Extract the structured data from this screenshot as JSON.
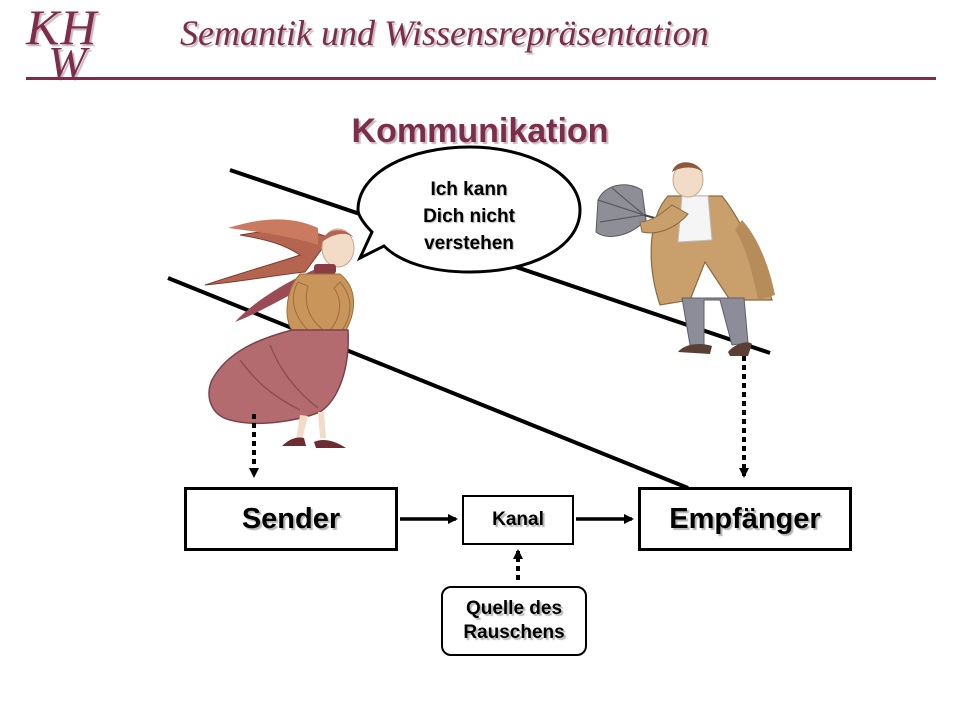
{
  "header": {
    "logo_line1": "KH",
    "logo_line2": "W",
    "title": "Semantik und Wissensrepräsentation"
  },
  "slide": {
    "title": "Kommunikation"
  },
  "diagram": {
    "speech_bubble": [
      "Ich kann",
      "Dich nicht",
      "verstehen"
    ],
    "sender_label": "Sender",
    "channel_label": "Kanal",
    "receiver_label": "Empfänger",
    "noise_source_lines": [
      "Quelle des",
      "Rauschens"
    ],
    "figures": [
      "woman-figure",
      "man-with-umbrella-figure"
    ]
  },
  "colors": {
    "accent": "#7b2d4b",
    "title_shadow": "#c8b7bd",
    "skirt": "#b36b70",
    "sweater": "#c9955a",
    "coat": "#c9a06b",
    "trousers": "#8d8d9a"
  }
}
